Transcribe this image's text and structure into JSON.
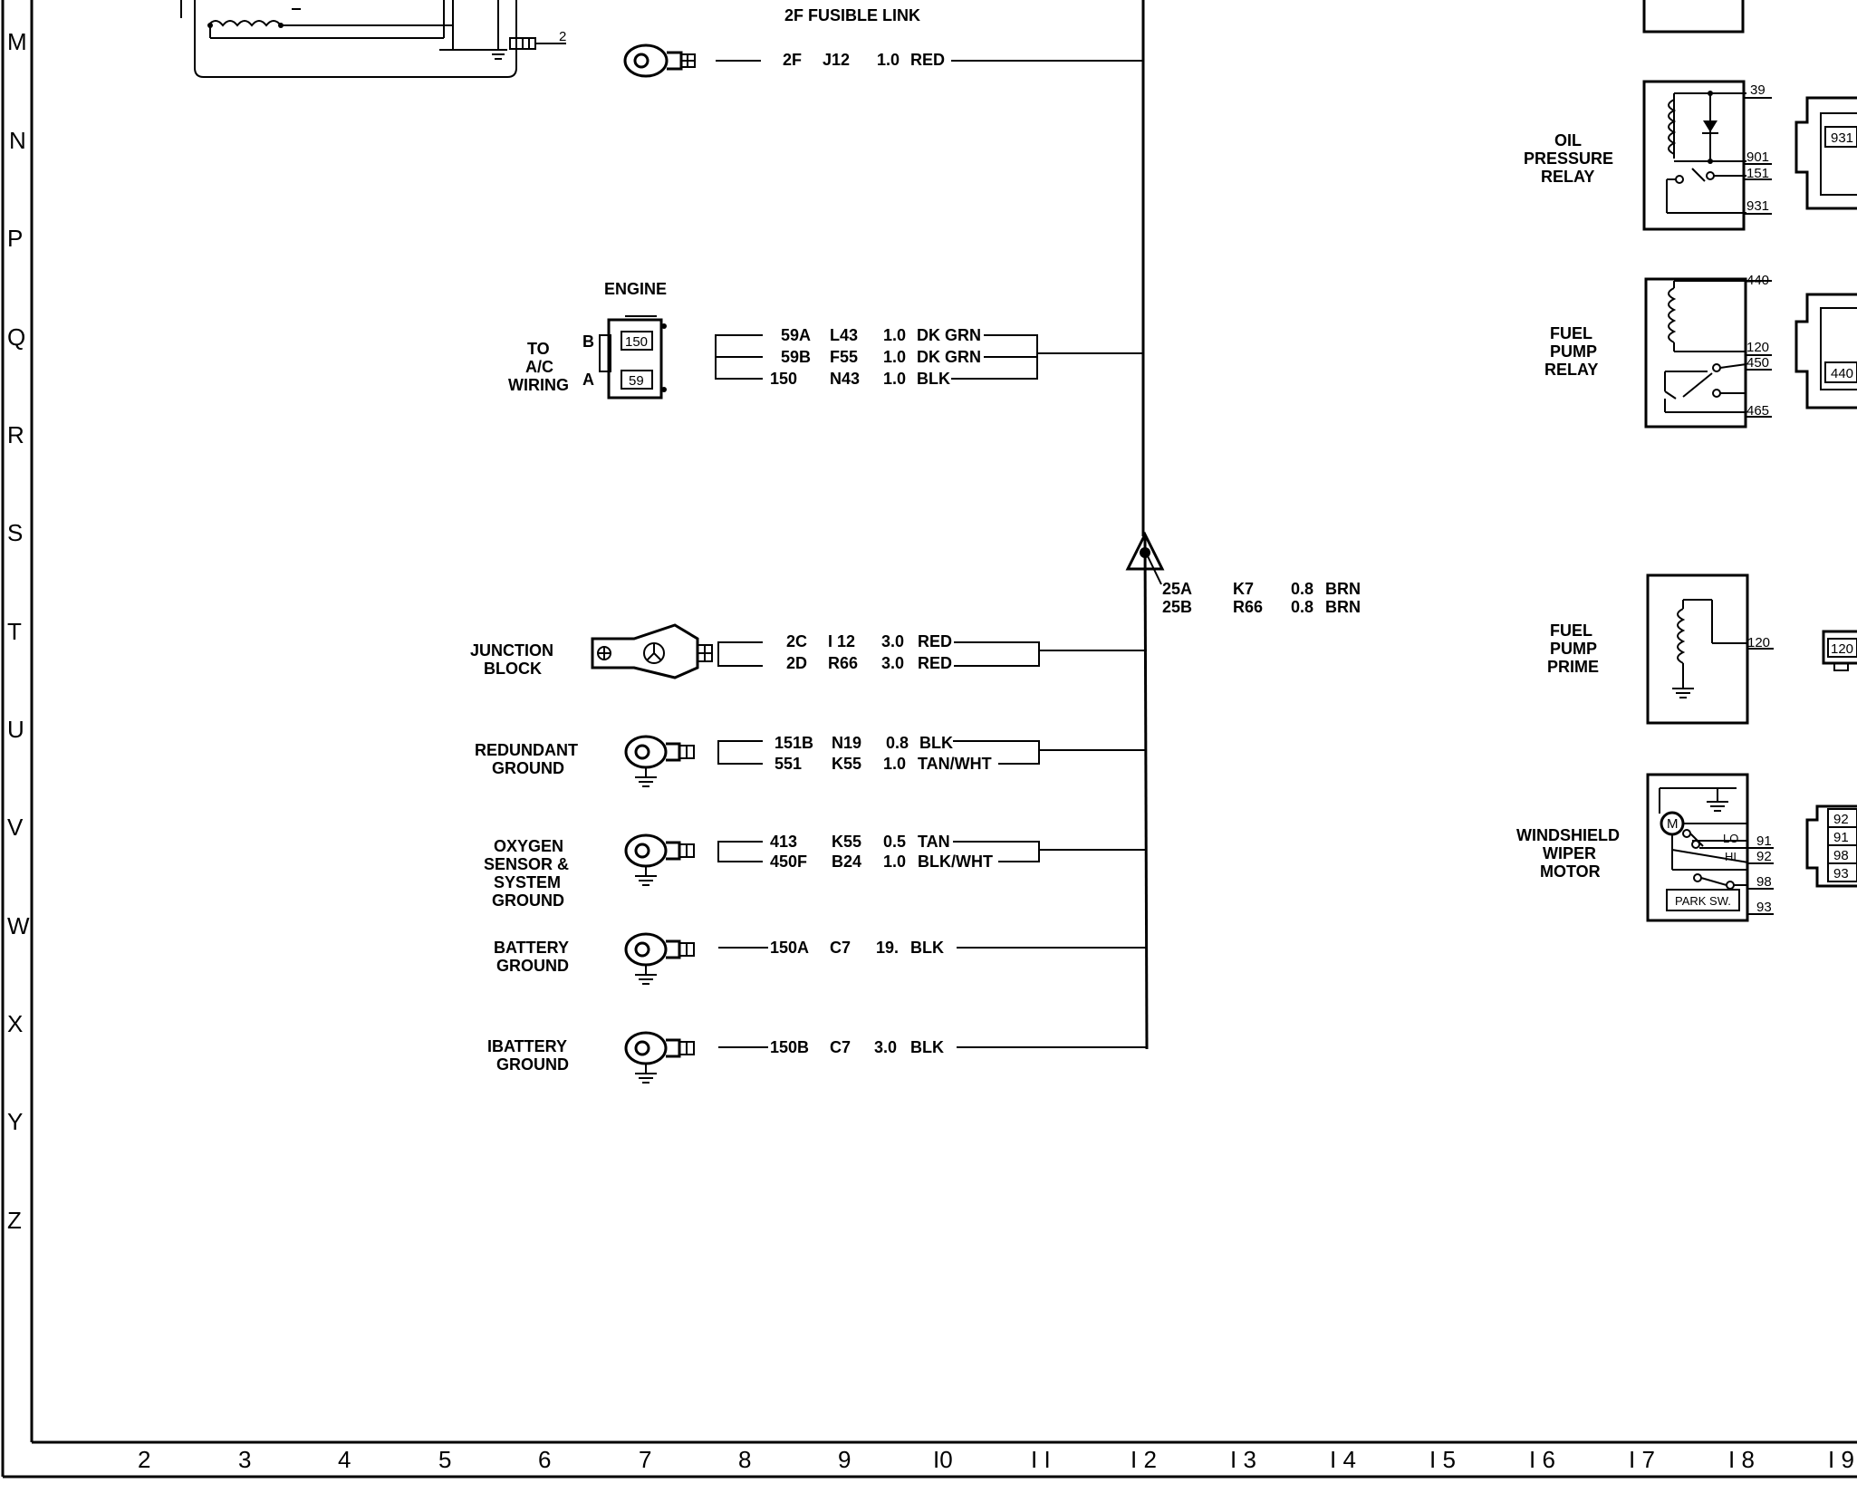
{
  "fusible_link": {
    "title": "2F FUSIBLE LINK",
    "wire": {
      "circuit": "2F",
      "id": "J12",
      "gauge": "1.0",
      "color": "RED"
    },
    "aux_pin": "2"
  },
  "engine_connector": {
    "title": "ENGINE",
    "side_label": [
      "TO",
      "A/C",
      "WIRING"
    ],
    "pin_b": "B",
    "pin_a": "A",
    "cavity_b": "150",
    "cavity_a": "59",
    "wires": [
      {
        "circuit": "59A",
        "id": "L43",
        "gauge": "1.0",
        "color": "DK GRN"
      },
      {
        "circuit": "59B",
        "id": "F55",
        "gauge": "1.0",
        "color": "DK GRN"
      },
      {
        "circuit": "150",
        "id": "N43",
        "gauge": "1.0",
        "color": "BLK"
      }
    ]
  },
  "splice": {
    "wires": [
      {
        "circuit": "25A",
        "id": "K7",
        "gauge": "0.8",
        "color": "BRN"
      },
      {
        "circuit": "25B",
        "id": "R66",
        "gauge": "0.8",
        "color": "BRN"
      }
    ]
  },
  "junction_block": {
    "label": [
      "JUNCTION",
      "BLOCK"
    ],
    "wires": [
      {
        "circuit": "2C",
        "id": "I 12",
        "gauge": "3.0",
        "color": "RED"
      },
      {
        "circuit": "2D",
        "id": "R66",
        "gauge": "3.0",
        "color": "RED"
      }
    ]
  },
  "redundant_ground": {
    "label": [
      "REDUNDANT",
      "GROUND"
    ],
    "wires": [
      {
        "circuit": "151B",
        "id": "N19",
        "gauge": "0.8",
        "color": "BLK"
      },
      {
        "circuit": "551",
        "id": "K55",
        "gauge": "1.0",
        "color": "TAN/WHT"
      }
    ]
  },
  "oxygen_ground": {
    "label": [
      "OXYGEN",
      "SENSOR &",
      "SYSTEM",
      "GROUND"
    ],
    "wires": [
      {
        "circuit": "413",
        "id": "K55",
        "gauge": "0.5",
        "color": "TAN"
      },
      {
        "circuit": "450F",
        "id": "B24",
        "gauge": "1.0",
        "color": "BLK/WHT"
      }
    ]
  },
  "battery_ground_1": {
    "label": [
      "BATTERY",
      "GROUND"
    ],
    "wire": {
      "circuit": "150A",
      "id": "C7",
      "gauge": "19.",
      "color": "BLK"
    }
  },
  "battery_ground_2": {
    "label": [
      "IBATTERY",
      "GROUND"
    ],
    "wire": {
      "circuit": "150B",
      "id": "C7",
      "gauge": "3.0",
      "color": "BLK"
    }
  },
  "oil_pressure_relay": {
    "label": [
      "OIL",
      "PRESSURE",
      "RELAY"
    ],
    "pins": [
      "39",
      "901",
      "151",
      "931"
    ],
    "connector_cavity": "931"
  },
  "fuel_pump_relay": {
    "label": [
      "FUEL",
      "PUMP",
      "RELAY"
    ],
    "pins": [
      "440",
      "120",
      "450",
      "465"
    ],
    "connector_cavity": "440"
  },
  "fuel_pump_prime": {
    "label": [
      "FUEL",
      "PUMP",
      "PRIME"
    ],
    "pins": [
      "120"
    ],
    "connector_cavity": "120"
  },
  "wiper_motor": {
    "label": [
      "WINDSHIELD",
      "WIPER",
      "MOTOR"
    ],
    "motor_symbol": "M",
    "lo": "LO",
    "hi": "HI",
    "park": "PARK SW.",
    "pins": [
      "91",
      "92",
      "98",
      "93"
    ],
    "connector_cavities": [
      "92",
      "91",
      "98",
      "93"
    ]
  },
  "row_labels": [
    "M",
    "N",
    "P",
    "Q",
    "R",
    "S",
    "T",
    "U",
    "V",
    "W",
    "X",
    "Y",
    "Z"
  ],
  "col_labels": [
    "2",
    "3",
    "4",
    "5",
    "6",
    "7",
    "8",
    "9",
    "I0",
    "I I",
    "I 2",
    "I 3",
    "I 4",
    "I 5",
    "I 6",
    "I 7",
    "I 8",
    "I 9"
  ]
}
